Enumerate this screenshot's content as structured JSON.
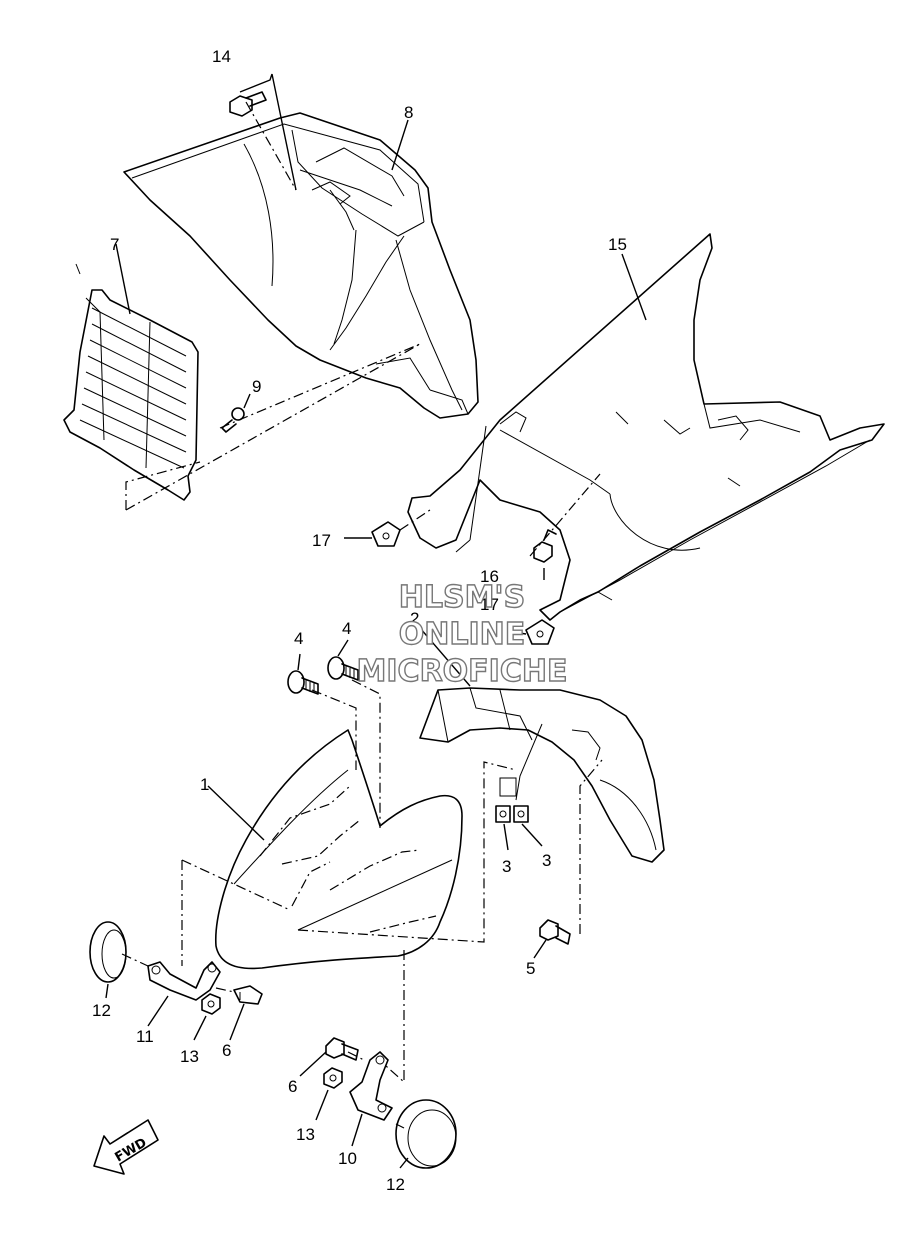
{
  "watermark": {
    "line1": "HLSM'S",
    "line2": "ONLINE",
    "line3": "MICROFICHE"
  },
  "direction_badge": "FWD",
  "callouts": {
    "c1": "1",
    "c2": "2",
    "c3a": "3",
    "c3b": "3",
    "c4a": "4",
    "c4b": "4",
    "c5": "5",
    "c6a": "6",
    "c6b": "6",
    "c7": "7",
    "c8": "8",
    "c9": "9",
    "c10": "10",
    "c11": "11",
    "c12a": "12",
    "c12b": "12",
    "c13a": "13",
    "c13b": "13",
    "c14": "14",
    "c15": "15",
    "c16": "16",
    "c17a": "17",
    "c17b": "17"
  }
}
